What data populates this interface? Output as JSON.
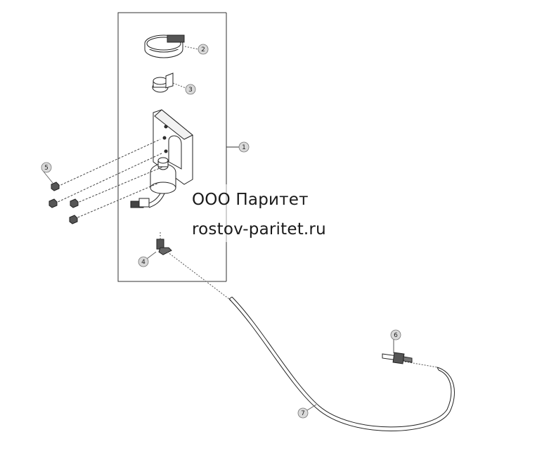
{
  "diagram": {
    "callouts": [
      {
        "id": "callout-1",
        "label": "1"
      },
      {
        "id": "callout-2",
        "label": "2"
      },
      {
        "id": "callout-3",
        "label": "3"
      },
      {
        "id": "callout-4",
        "label": "4"
      },
      {
        "id": "callout-5",
        "label": "5"
      },
      {
        "id": "callout-6",
        "label": "6"
      },
      {
        "id": "callout-7",
        "label": "7"
      }
    ]
  },
  "watermark": {
    "line1": "ООО Паритет",
    "line2": "rostov-paritet.ru"
  }
}
